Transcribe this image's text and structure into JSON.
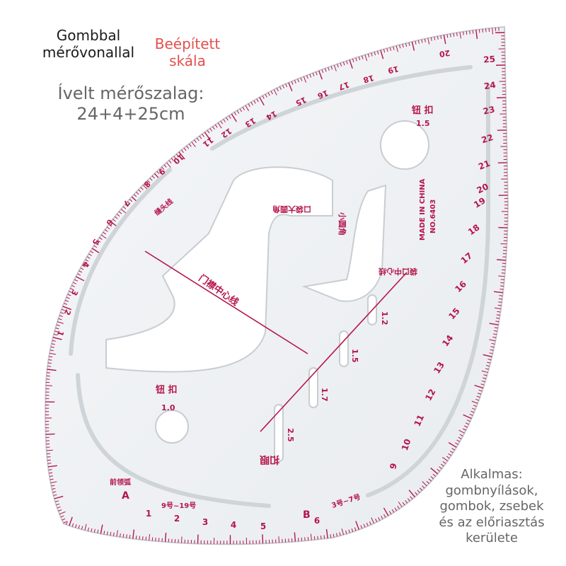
{
  "captions": {
    "button_ruler": [
      "Gombbal",
      "mérővonallal"
    ],
    "builtin_scale": [
      "Beépített",
      "skála"
    ],
    "curved_tape": [
      "Ívelt mérőszalag:",
      "24+4+25cm"
    ],
    "usage": [
      "Alkalmas:",
      "gombnyílások,",
      "gombok, zsebek",
      "és az előriasztás",
      "kerülete"
    ]
  },
  "ruler": {
    "made_in": "MADE IN CHINA",
    "model": "NO.6403",
    "button_top_label": "钮 扣",
    "button_top_size": "1.5",
    "button_left_label": "钮 扣",
    "button_left_size": "1.0",
    "slot_sizes": [
      "1.2",
      "1.5",
      "1.7",
      "2.5"
    ],
    "slot_title": "扣眼",
    "left_edge_numbers": [
      "1",
      "2",
      "3",
      "4",
      "5",
      "6",
      "7",
      "8",
      "9",
      "10",
      "11",
      "12",
      "13",
      "14",
      "15",
      "16",
      "17",
      "18",
      "19",
      "20"
    ],
    "right_edge_numbers": [
      "9",
      "10",
      "11",
      "12",
      "13",
      "14",
      "15",
      "16",
      "17",
      "18",
      "19",
      "20",
      "21",
      "22",
      "23",
      "24",
      "25"
    ],
    "bottom_numbers": [
      "1",
      "2",
      "3",
      "4",
      "5",
      "6"
    ],
    "size_range_a": "9号~19号",
    "size_range_b": "3号~7号",
    "mark_a": "A",
    "mark_b": "B",
    "chinese_labels": [
      "缝头线",
      "前领弧",
      "口袋大圆角",
      "小圆角",
      "袋口中心线",
      "门襟中心线"
    ]
  },
  "colors": {
    "accent": "#b5164a",
    "caption_red": "#e0504f",
    "caption_gray": "#666666",
    "outline": "#c9ced4"
  }
}
